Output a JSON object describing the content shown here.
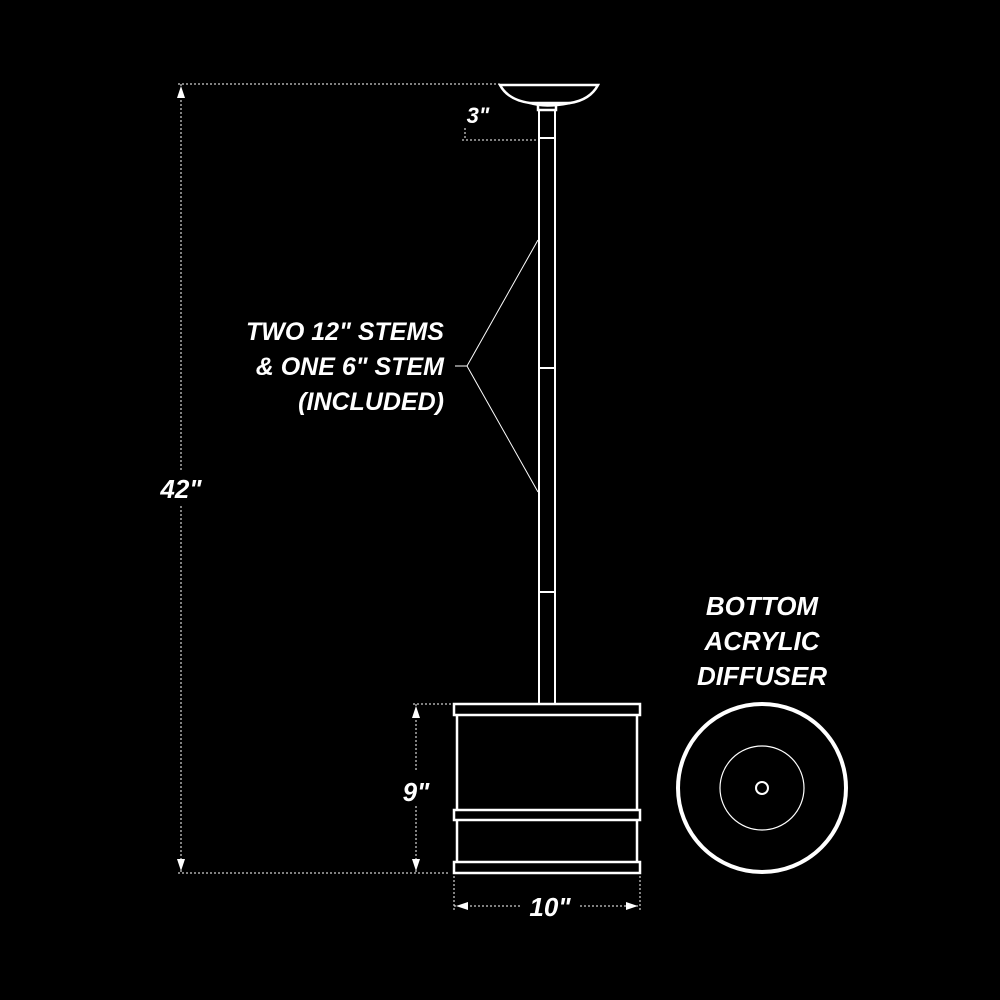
{
  "colors": {
    "background": "#000000",
    "line": "#ffffff"
  },
  "dimensions": {
    "canopy_height": "3\"",
    "overall_height": "42\"",
    "shade_height": "9\"",
    "shade_width": "10\""
  },
  "callouts": {
    "stems": [
      "TWO 12\" STEMS",
      "& ONE 6\" STEM",
      "(INCLUDED)"
    ],
    "diffuser": [
      "BOTTOM",
      "ACRYLIC",
      "DIFFUSER"
    ]
  }
}
